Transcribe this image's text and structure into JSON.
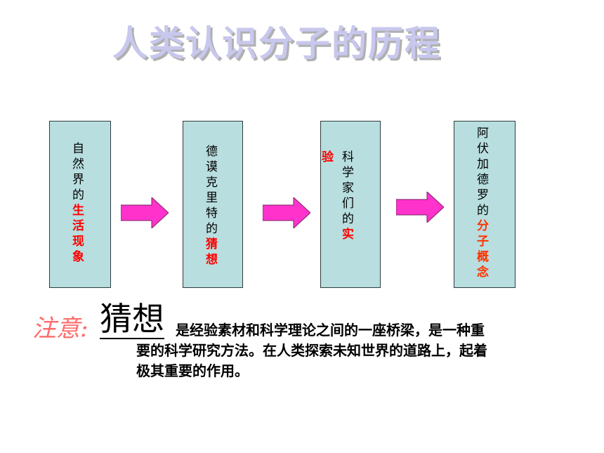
{
  "title": "人类认识分子的历程",
  "boxes": [
    {
      "normal": [
        "自",
        "然",
        "界",
        "的"
      ],
      "highlight": [
        "生",
        "活",
        "现",
        "象"
      ]
    },
    {
      "normal": [
        "德",
        "谟",
        "克",
        "里",
        "特",
        "的"
      ],
      "highlight": [
        "猜",
        "想"
      ]
    },
    {
      "side": [
        "验"
      ],
      "normal": [
        "科",
        "学",
        "家",
        "们",
        "的"
      ],
      "highlight": [
        "实"
      ]
    },
    {
      "normal": [
        "阿",
        "伏",
        "加",
        "德",
        "罗",
        "的"
      ],
      "highlight": [
        "分",
        "子",
        "概",
        "念"
      ]
    }
  ],
  "colors": {
    "box_fill": "#b8dedf",
    "arrow_fill": "#ff33cc",
    "highlight": "#ff0000",
    "title": "#c8c8ee"
  },
  "note": {
    "label": "注意:",
    "keyword": "猜想",
    "line1": "是经验素材和科学理论之间的一座桥梁，是一种重",
    "line2": "要的科学研究方法。在人类探索未知世界的道路上，起着",
    "line3": "极其重要的作用。"
  }
}
